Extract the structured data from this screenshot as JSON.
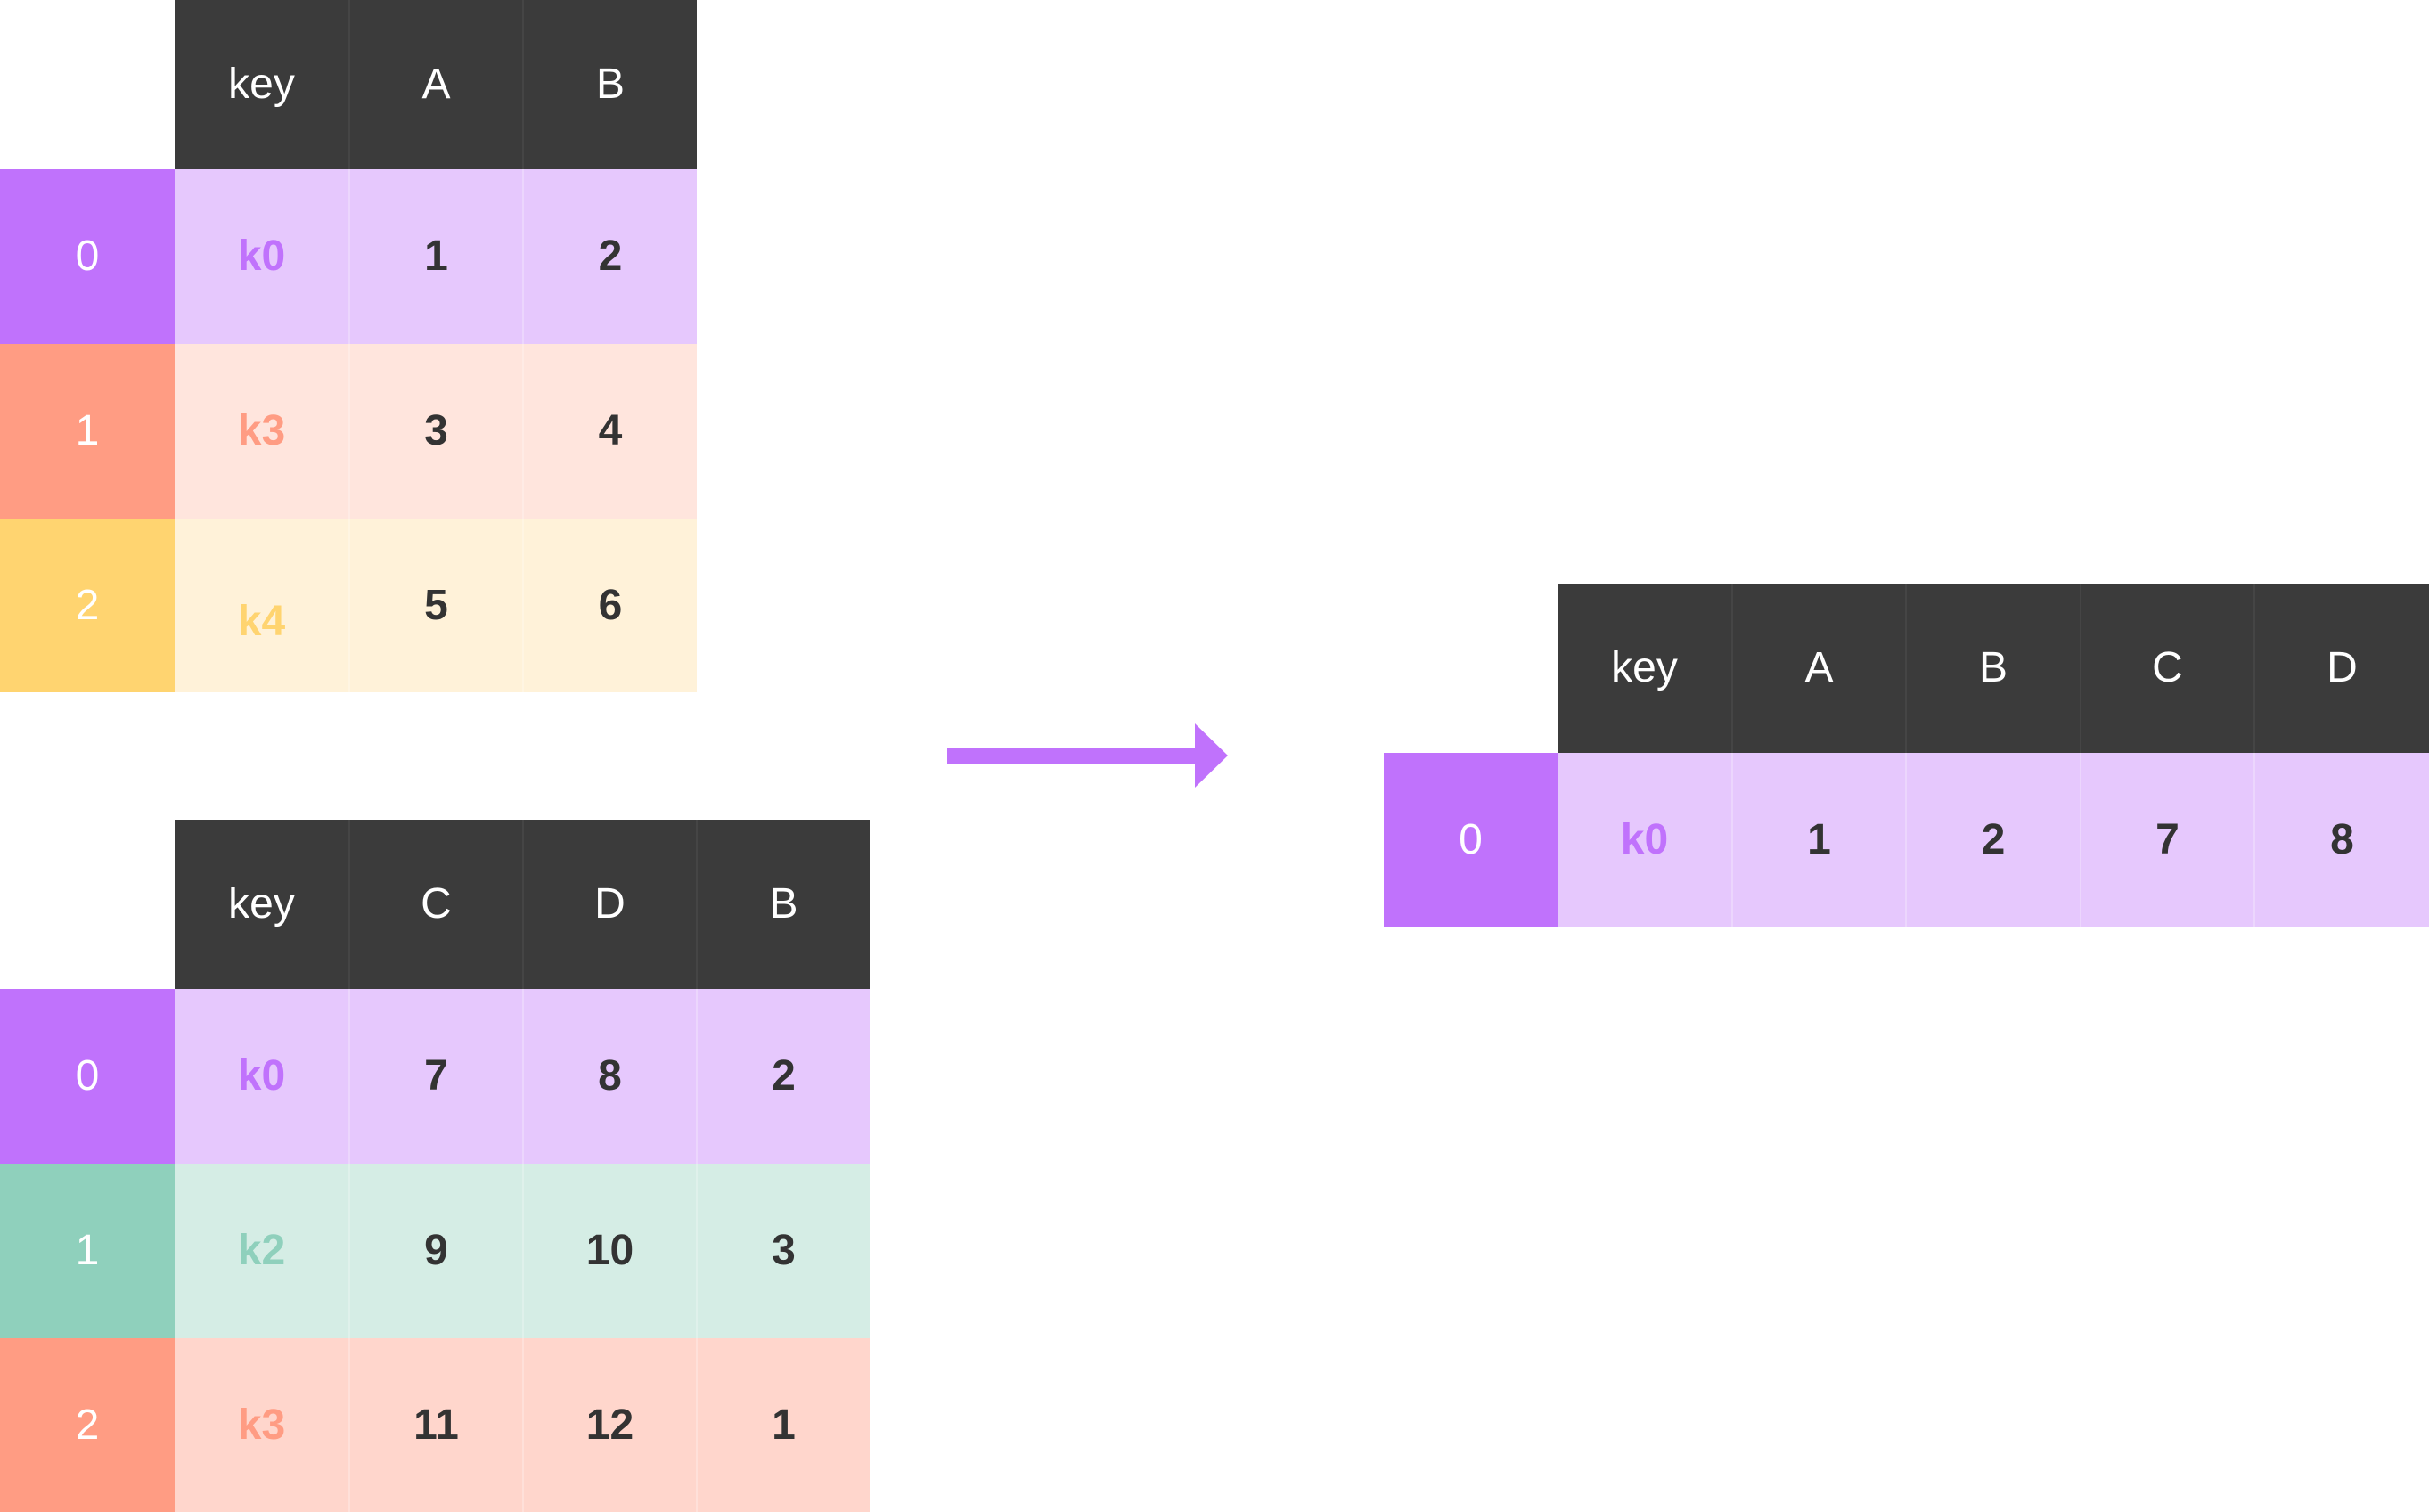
{
  "colors": {
    "header_bg": "#3b3b3b",
    "header_text": "#ffffff",
    "value_text": "#333333",
    "purple_index": "#c072fc",
    "purple_row": "#e6c8fd",
    "purple_key": "#c072fc",
    "salmon_index": "#ff9c83",
    "salmon_row_left": "#ffe5dd",
    "salmon_row_right": "#ffd6cc",
    "salmon_key": "#ff9c83",
    "yellow_index": "#ffd470",
    "yellow_row": "#fff2d9",
    "yellow_key": "#ffd470",
    "teal_index": "#8fd0bc",
    "teal_row": "#d5ede5",
    "teal_key": "#8fd0bc",
    "arrow": "#c072fc"
  },
  "left": {
    "headers": [
      "key",
      "A",
      "B"
    ],
    "rows": [
      {
        "index": "0",
        "key": "k0",
        "values": [
          "1",
          "2"
        ]
      },
      {
        "index": "1",
        "key": "k3",
        "values": [
          "3",
          "4"
        ]
      },
      {
        "index": "2",
        "key": "k4",
        "values": [
          "5",
          "6"
        ]
      }
    ]
  },
  "right": {
    "headers": [
      "key",
      "C",
      "D",
      "B"
    ],
    "rows": [
      {
        "index": "0",
        "key": "k0",
        "values": [
          "7",
          "8",
          "2"
        ]
      },
      {
        "index": "1",
        "key": "k2",
        "values": [
          "9",
          "10",
          "3"
        ]
      },
      {
        "index": "2",
        "key": "k3",
        "values": [
          "11",
          "12",
          "1"
        ]
      }
    ]
  },
  "result": {
    "headers": [
      "key",
      "A",
      "B",
      "C",
      "D"
    ],
    "rows": [
      {
        "index": "0",
        "key": "k0",
        "values": [
          "1",
          "2",
          "7",
          "8"
        ]
      }
    ]
  },
  "arrow": {
    "icon": "right-arrow-icon"
  }
}
